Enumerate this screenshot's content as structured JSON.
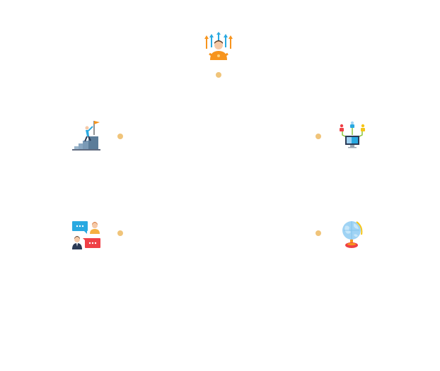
{
  "colors": {
    "dot": "#f0c47a",
    "orange": "#f7941d",
    "blue": "#29a9e1",
    "navy": "#2b3a55",
    "skin": "#f6c9a7",
    "red": "#ef4046",
    "yellow": "#f5c518",
    "green": "#8cc63f",
    "globe_blue": "#9fd3f4",
    "steel": "#5b7c99"
  },
  "nodes": [
    {
      "name": "growth-person",
      "icon": "growth-person-icon"
    },
    {
      "name": "goal-summit",
      "icon": "flag-on-summit-icon"
    },
    {
      "name": "network-hub",
      "icon": "network-computer-icon"
    },
    {
      "name": "conversation",
      "icon": "chat-people-icon"
    },
    {
      "name": "global",
      "icon": "globe-icon"
    }
  ]
}
